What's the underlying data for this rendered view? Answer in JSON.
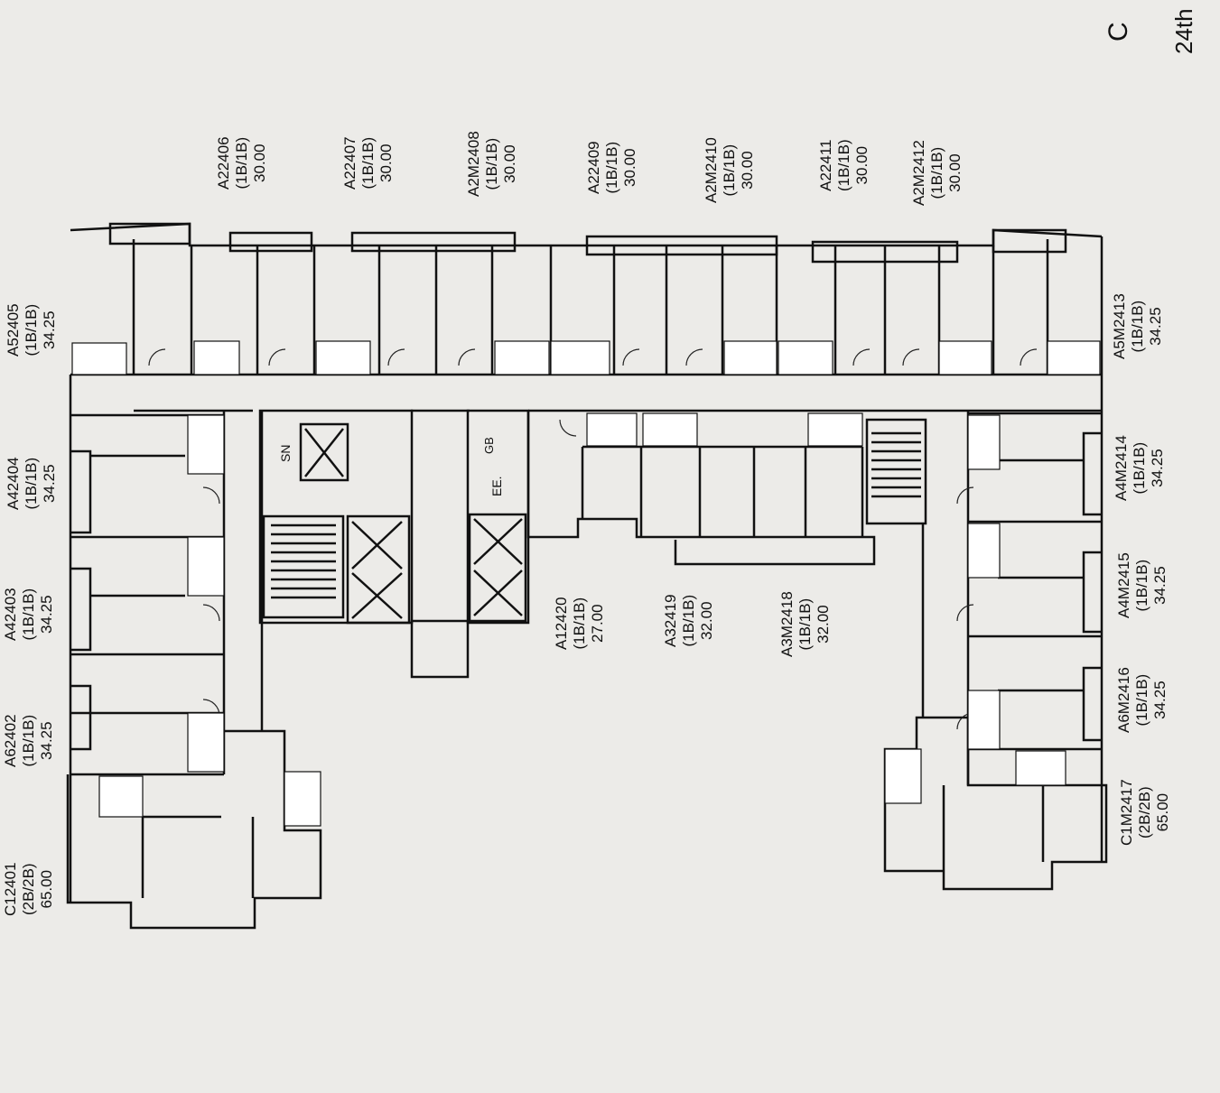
{
  "header": {
    "letter": "C",
    "floor": "24th"
  },
  "core": {
    "sn": "SN",
    "gb": "GB",
    "ee": "EE."
  },
  "units": [
    {
      "id": "C12401",
      "type": "(2B/2B)",
      "area": "65.00"
    },
    {
      "id": "A62402",
      "type": "(1B/1B)",
      "area": "34.25"
    },
    {
      "id": "A42403",
      "type": "(1B/1B)",
      "area": "34.25"
    },
    {
      "id": "A42404",
      "type": "(1B/1B)",
      "area": "34.25"
    },
    {
      "id": "A52405",
      "type": "(1B/1B)",
      "area": "34.25"
    },
    {
      "id": "A22406",
      "type": "(1B/1B)",
      "area": "30.00"
    },
    {
      "id": "A22407",
      "type": "(1B/1B)",
      "area": "30.00"
    },
    {
      "id": "A2M2408",
      "type": "(1B/1B)",
      "area": "30.00"
    },
    {
      "id": "A22409",
      "type": "(1B/1B)",
      "area": "30.00"
    },
    {
      "id": "A2M2410",
      "type": "(1B/1B)",
      "area": "30.00"
    },
    {
      "id": "A22411",
      "type": "(1B/1B)",
      "area": "30.00"
    },
    {
      "id": "A2M2412",
      "type": "(1B/1B)",
      "area": "30.00"
    },
    {
      "id": "A5M2413",
      "type": "(1B/1B)",
      "area": "34.25"
    },
    {
      "id": "A4M2414",
      "type": "(1B/1B)",
      "area": "34.25"
    },
    {
      "id": "A4M2415",
      "type": "(1B/1B)",
      "area": "34.25"
    },
    {
      "id": "A6M2416",
      "type": "(1B/1B)",
      "area": "34.25"
    },
    {
      "id": "C1M2417",
      "type": "(2B/2B)",
      "area": "65.00"
    },
    {
      "id": "A3M2418",
      "type": "(1B/1B)",
      "area": "32.00"
    },
    {
      "id": "A32419",
      "type": "(1B/1B)",
      "area": "32.00"
    },
    {
      "id": "A12420",
      "type": "(1B/1B)",
      "area": "27.00"
    }
  ]
}
